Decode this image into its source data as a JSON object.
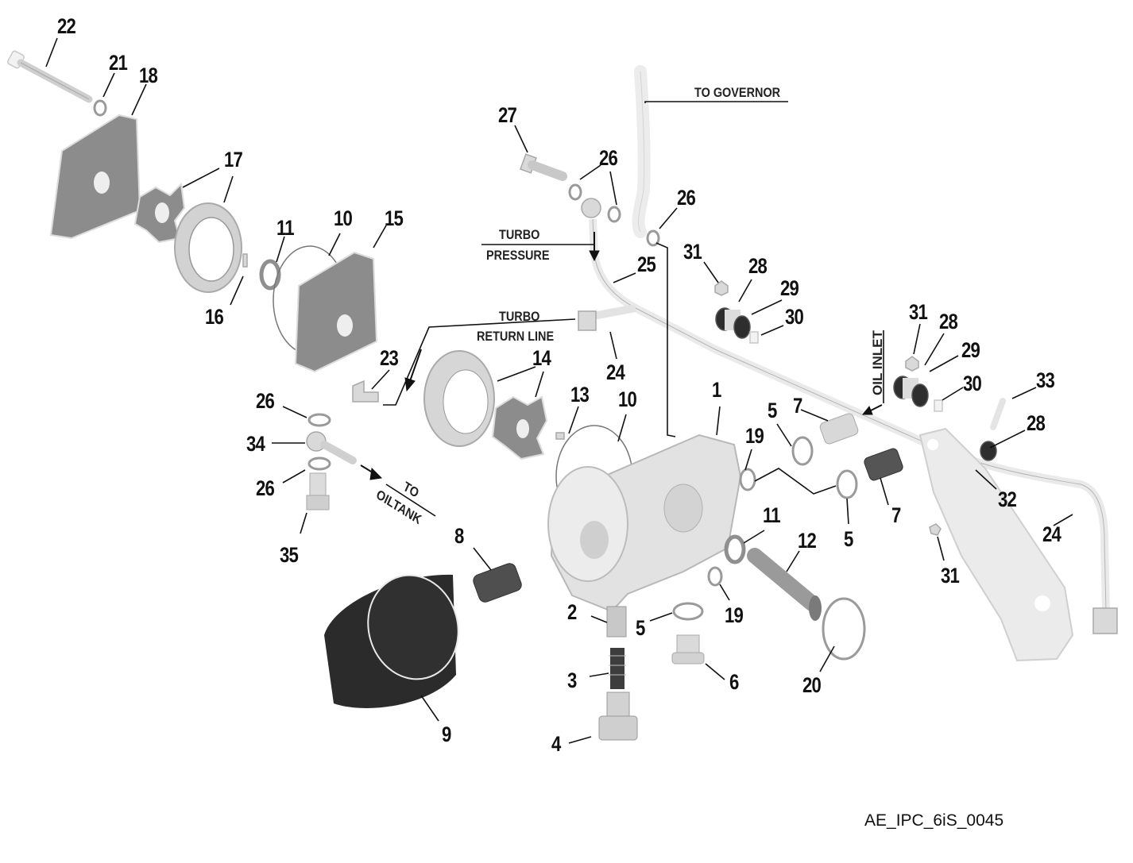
{
  "diagram": {
    "title": "Oil pump assembly exploded view",
    "figure_id": "AE_IPC_6iS_0045",
    "notes": {
      "to_governor": "TO GOVERNOR",
      "turbo_pressure_1": "TURBO",
      "turbo_pressure_2": "PRESSURE",
      "turbo_return_1": "TURBO",
      "turbo_return_2": "RETURN LINE",
      "to_oiltank_1": "TO",
      "to_oiltank_2": "OILTANK",
      "oil_inlet": "OIL INLET"
    },
    "callouts": [
      {
        "id": "c22",
        "label": "22"
      },
      {
        "id": "c21",
        "label": "21"
      },
      {
        "id": "c18",
        "label": "18"
      },
      {
        "id": "c17a",
        "label": "17"
      },
      {
        "id": "c11a",
        "label": "11"
      },
      {
        "id": "c10a",
        "label": "10"
      },
      {
        "id": "c15",
        "label": "15"
      },
      {
        "id": "c16",
        "label": "16"
      },
      {
        "id": "c27",
        "label": "27"
      },
      {
        "id": "c26a",
        "label": "26"
      },
      {
        "id": "c26b",
        "label": "26"
      },
      {
        "id": "c25",
        "label": "25"
      },
      {
        "id": "c31a",
        "label": "31"
      },
      {
        "id": "c28a",
        "label": "28"
      },
      {
        "id": "c29a",
        "label": "29"
      },
      {
        "id": "c30a",
        "label": "30"
      },
      {
        "id": "c31b",
        "label": "31"
      },
      {
        "id": "c28b",
        "label": "28"
      },
      {
        "id": "c29b",
        "label": "29"
      },
      {
        "id": "c30b",
        "label": "30"
      },
      {
        "id": "c33",
        "label": "33"
      },
      {
        "id": "c28c",
        "label": "28"
      },
      {
        "id": "c32",
        "label": "32"
      },
      {
        "id": "c24a",
        "label": "24"
      },
      {
        "id": "c31c",
        "label": "31"
      },
      {
        "id": "c23",
        "label": "23"
      },
      {
        "id": "c14",
        "label": "14"
      },
      {
        "id": "c24b",
        "label": "24"
      },
      {
        "id": "c13",
        "label": "13"
      },
      {
        "id": "c10b",
        "label": "10"
      },
      {
        "id": "c1",
        "label": "1"
      },
      {
        "id": "c5a",
        "label": "5"
      },
      {
        "id": "c7a",
        "label": "7"
      },
      {
        "id": "c19a",
        "label": "19"
      },
      {
        "id": "c5b",
        "label": "5"
      },
      {
        "id": "c7b",
        "label": "7"
      },
      {
        "id": "c26c",
        "label": "26"
      },
      {
        "id": "c34",
        "label": "34"
      },
      {
        "id": "c26d",
        "label": "26"
      },
      {
        "id": "c35",
        "label": "35"
      },
      {
        "id": "c8",
        "label": "8"
      },
      {
        "id": "c11b",
        "label": "11"
      },
      {
        "id": "c12",
        "label": "12"
      },
      {
        "id": "c19b",
        "label": "19"
      },
      {
        "id": "c2",
        "label": "2"
      },
      {
        "id": "c5c",
        "label": "5"
      },
      {
        "id": "c3",
        "label": "3"
      },
      {
        "id": "c6",
        "label": "6"
      },
      {
        "id": "c20",
        "label": "20"
      },
      {
        "id": "c9",
        "label": "9"
      },
      {
        "id": "c4",
        "label": "4"
      }
    ]
  }
}
